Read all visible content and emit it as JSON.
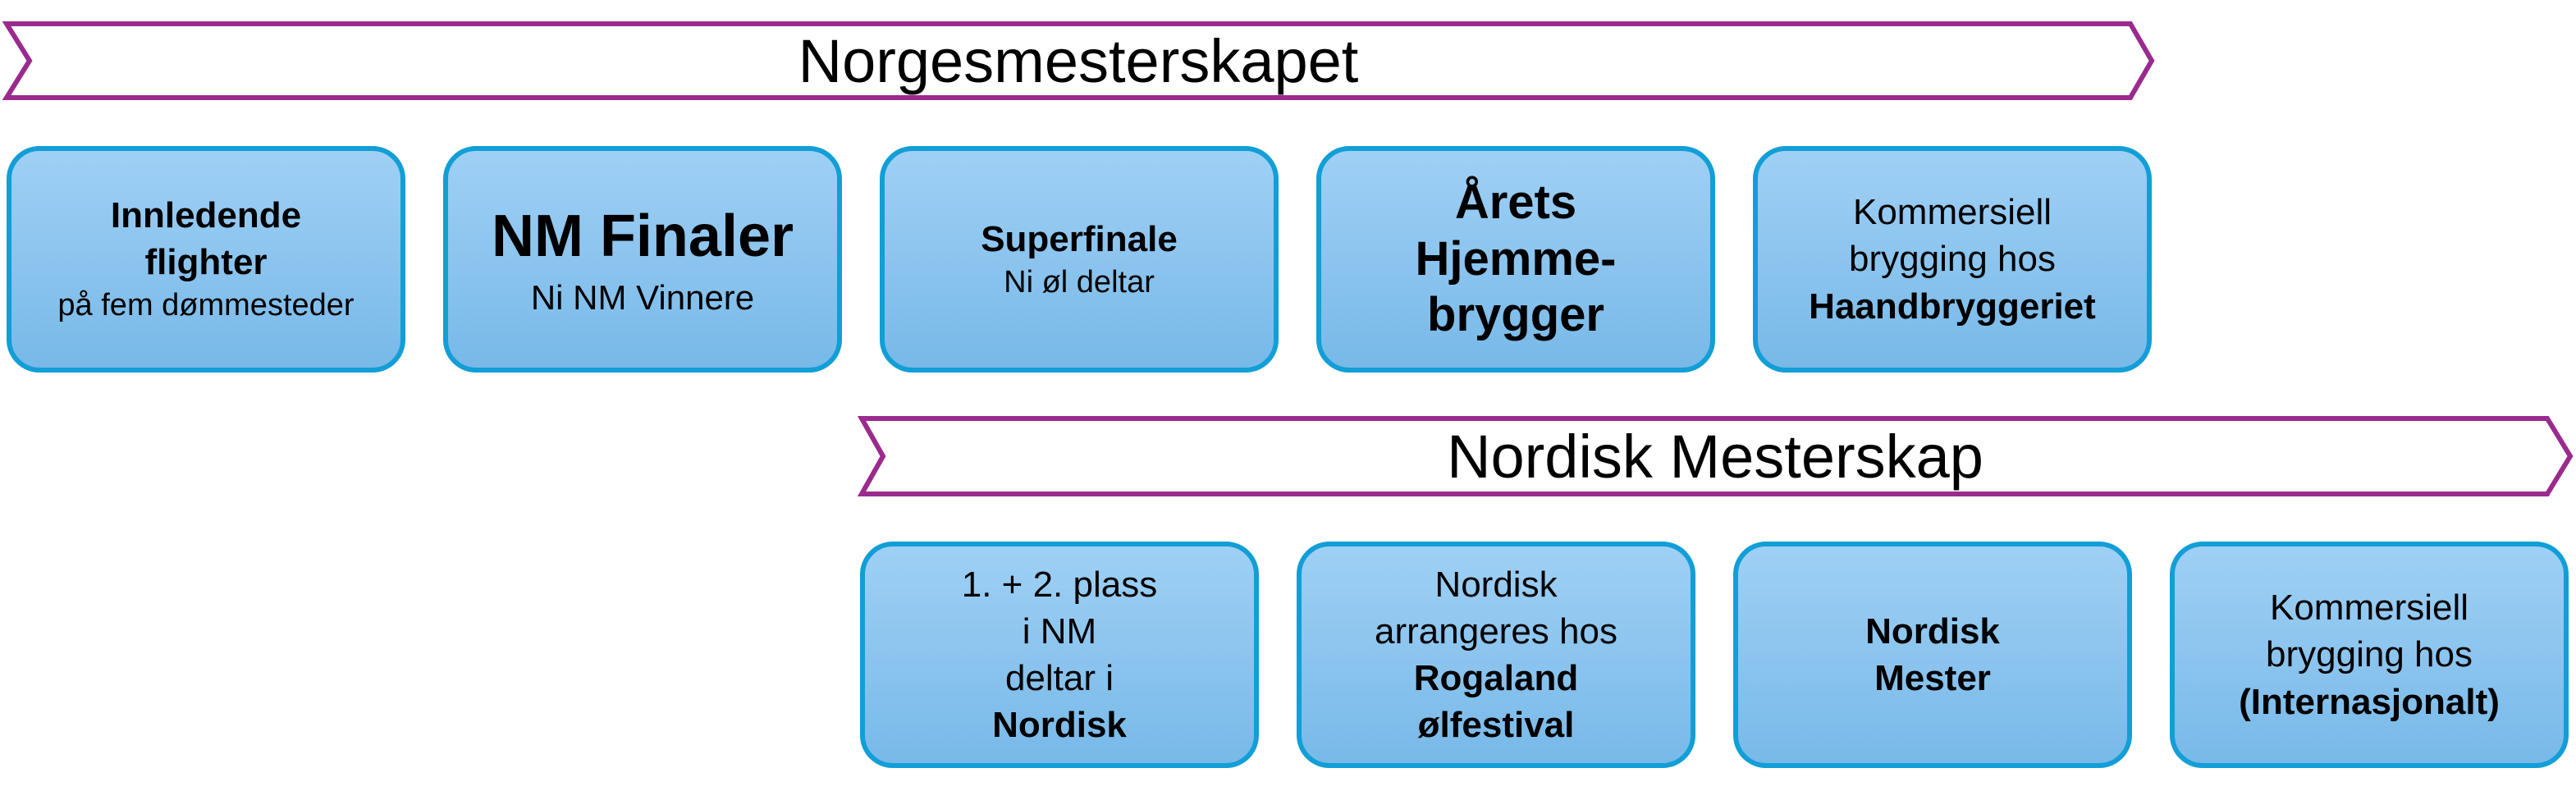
{
  "colors": {
    "arrow_stroke": "#9b2a8e",
    "box_border": "#129ed6",
    "box_top": "#9fd0f5",
    "box_bottom": "#78b9e8"
  },
  "arrow_1": {
    "label": "Norgesmesterskapet"
  },
  "row_1": [
    {
      "lines": [
        "Innledende",
        "flighter",
        "på fem dømmesteder"
      ]
    },
    {
      "lines": [
        "NM Finaler",
        "Ni NM Vinnere"
      ]
    },
    {
      "lines": [
        "Superfinale",
        "Ni øl deltar"
      ]
    },
    {
      "lines": [
        "Årets",
        "Hjemme-",
        "brygger"
      ]
    },
    {
      "lines": [
        "Kommersiell",
        "brygging hos",
        "Haandbryggeriet"
      ]
    }
  ],
  "arrow_2": {
    "label": "Nordisk Mesterskap"
  },
  "row_2": [
    {
      "lines": [
        "1. + 2. plass",
        "i NM",
        "deltar i",
        "Nordisk"
      ]
    },
    {
      "lines": [
        "Nordisk",
        "arrangeres hos",
        "Rogaland",
        "ølfestival"
      ]
    },
    {
      "lines": [
        "Nordisk",
        "Mester"
      ]
    },
    {
      "lines": [
        "Kommersiell",
        "brygging hos",
        "(Internasjonalt)"
      ]
    }
  ]
}
